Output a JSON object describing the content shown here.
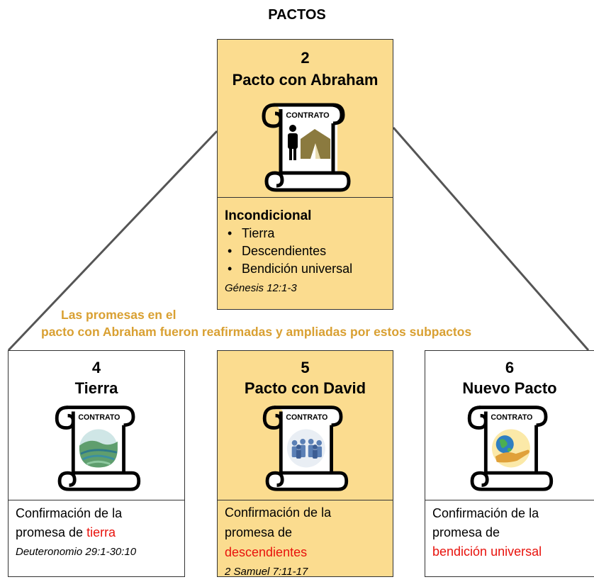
{
  "title": "PACTOS",
  "banner": {
    "line1": "Las promesas en el",
    "line2": "pacto con Abraham fueron reafirmadas y ampliadas por estos subpactos"
  },
  "scroll_label": "CONTRATO",
  "main": {
    "number": "2",
    "name": "Pacto con Abraham",
    "icon": "person-tent-icon",
    "condition": "Incondicional",
    "promises": [
      "Tierra",
      "Descendientes",
      "Bendición universal"
    ],
    "reference": "Génesis 12:1-3"
  },
  "subpacts": [
    {
      "number": "4",
      "name": "Tierra",
      "icon": "land-icon",
      "text1": "Confirmación de la",
      "text2": "promesa de ",
      "highlight": "tierra",
      "reference": "Deuteronomio 29:1-30:10"
    },
    {
      "number": "5",
      "name": "Pacto con David",
      "icon": "descendants-icon",
      "text1": "Confirmación de la",
      "text2": "promesa de",
      "highlight": "descendientes",
      "reference": "2 Samuel 7:11-17"
    },
    {
      "number": "6",
      "name": "Nuevo Pacto",
      "icon": "globe-hand-icon",
      "text1": "Confirmación de la",
      "text2": "promesa de",
      "highlight": "bendición universal",
      "reference": ""
    }
  ],
  "colors": {
    "box_yellow": "#fbdc8f",
    "highlight_red": "#e8120c",
    "banner_gold": "#d9a032"
  }
}
